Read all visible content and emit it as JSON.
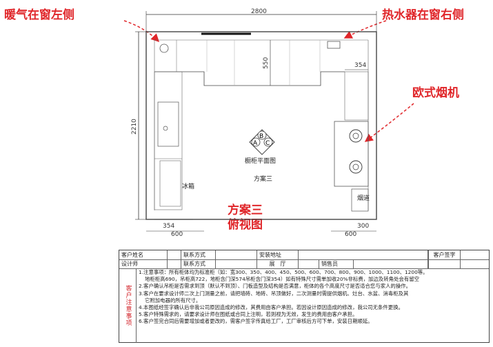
{
  "annotations": {
    "heater_left": "暖气在窗左侧",
    "heater_right": "热水器在窗右侧",
    "range_hood": "欧式烟机",
    "plan_title": "方案三",
    "plan_subtitle": "俯视图"
  },
  "dimensions": {
    "total_width": "2800",
    "total_height": "2210",
    "upper_depth": "550",
    "right_upper": "354",
    "bottom_left_depth": "354",
    "bottom_left_width": "600",
    "bottom_right_depth": "300",
    "bottom_right_width": "600"
  },
  "labels": {
    "fridge": "冰箱",
    "flue": "烟道",
    "plan_name": "方案三",
    "logo_caption": "橱柜平面图",
    "logo_letters": [
      "B",
      "A",
      "C"
    ]
  },
  "title_block": {
    "customer_name": "客户姓名",
    "contact1": "联系方式",
    "install_address": "安装地址",
    "designer": "设计师",
    "contact2": "联系方式",
    "hall": "展　厅",
    "salesperson": "销售员",
    "customer_sign": "客户签字",
    "side_label": "客户注意事项",
    "notes": [
      "1.注意事项：所有柜体均为标准柜（如：宽300、350、400、450、500、600、700、800、900、1000、1100、1200等。",
      "地柜柜高690，吊柜高722，地柜含门深574吊柜含门深354）如有特殊尺寸需单加收20%非标费，加边及转角处会有留空",
      "2.客户确认吊柜是否需求到顶（默认不到顶）、门板造型及结构是否满意，柜体的各个高度尺寸是否适合您与家人的操作。",
      "3.客户在要求设计师二次上门测量之前，请把墙砖、地砖、吊顶做好，二次测量时需提供烟机、灶台、水盆、消毒柜及其",
      "它附加电器的所有尺寸。",
      "4.本图纸经签字确认后非我公司原因造成的修改，其费用由客户承担。若因设计原因造成的修改，我公司无条件更换。",
      "5.客户特殊需求的，请要求设计师在图纸或合同上注明，若则视为无效，发生的费用由客户承担。",
      "6.客户签完合同后需要增加或者更改的，需客户签字传真给工厂，工厂审核后方可下单，安装日期顺延。"
    ]
  }
}
